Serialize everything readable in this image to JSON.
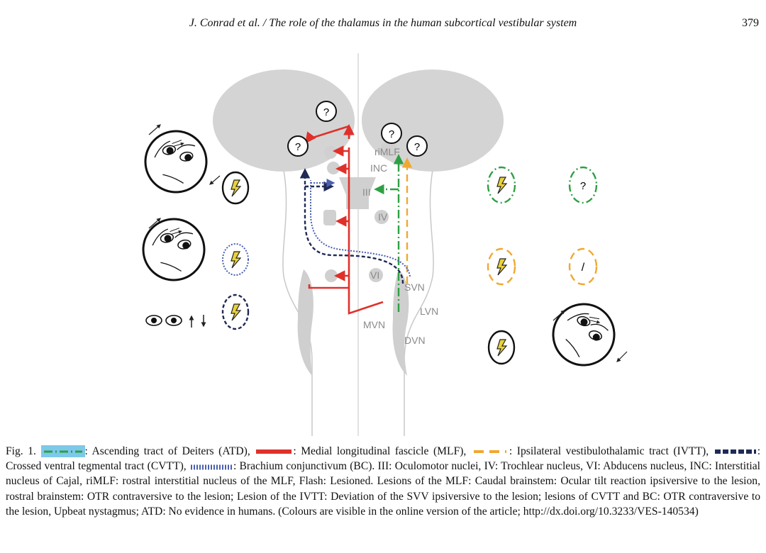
{
  "header": {
    "running_head": "J. Conrad et al. / The role of the thalamus in the human subcortical vestibular system",
    "page_number": "379"
  },
  "figure": {
    "labels": {
      "riMLF": "riMLF",
      "INC": "INC",
      "III": "III",
      "IV": "IV",
      "VI": "VI",
      "SVN": "SVN",
      "LVN": "LVN",
      "MVN": "MVN",
      "DVN": "DVN"
    },
    "question_marks": [
      "?",
      "?",
      "?",
      "?",
      "?"
    ],
    "slash_symbol": "/",
    "colors": {
      "mlf_red": "#e0302a",
      "atd_green": "#2ea043",
      "ivtt_orange": "#f0a830",
      "cvtt_navy": "#1f2a55",
      "bc_blue": "#4a5fb0",
      "brain_gray": "#d4d4d4",
      "highlight": "#7ec8ea"
    },
    "icons": [
      "tilted-face-icon",
      "flash-lesion-icon",
      "eye-icon",
      "up-down-arrow-icon"
    ]
  },
  "caption": {
    "fig_label": "Fig. 1.",
    "atd": ": Ascending tract of Deiters (ATD),",
    "mlf": ": Medial longitudinal fascicle (MLF),",
    "ivtt": ": Ipsilateral vestibulothalamic tract (IVTT),",
    "cvtt": ": Crossed ventral tegmental tract (CVTT),",
    "bc": ": Brachium conjunctivum (BC).",
    "body": "III: Oculomotor nuclei, IV: Trochlear nucleus, VI: Abducens nucleus, INC: Interstitial nucleus of Cajal, riMLF: rostral interstitial nucleus of the MLF, Flash: Lesioned. Lesions of the MLF: Caudal brainstem: Ocular tilt reaction ipsiversive to the lesion, rostral brainstem: OTR contraversive to the lesion; Lesion of the IVTT: Deviation of the SVV ipsiversive to the lesion; lesions of CVTT and BC: OTR contraversive to the lesion, Upbeat nystagmus; ATD: No evidence in humans. (Colours are visible in the online version of the article; http://dx.doi.org/10.3233/VES-140534)"
  }
}
